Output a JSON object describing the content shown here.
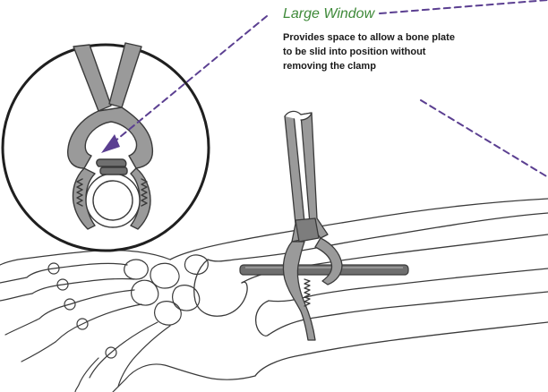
{
  "callout": {
    "title": "Large Window",
    "description": "Provides space to allow a bone plate to be slid into position without removing the clamp"
  },
  "colors": {
    "title": "#3f8a3a",
    "leader_line": "#5b3f91",
    "outline": "#3a3a3a",
    "clamp_fill": "#9a9a9a",
    "plate_fill": "#6f6f6f",
    "background": "#ffffff"
  },
  "icons": [
    "magnified-clamp-detail",
    "bone-clamp",
    "bone-plate",
    "forearm-bones",
    "hand-bones"
  ]
}
